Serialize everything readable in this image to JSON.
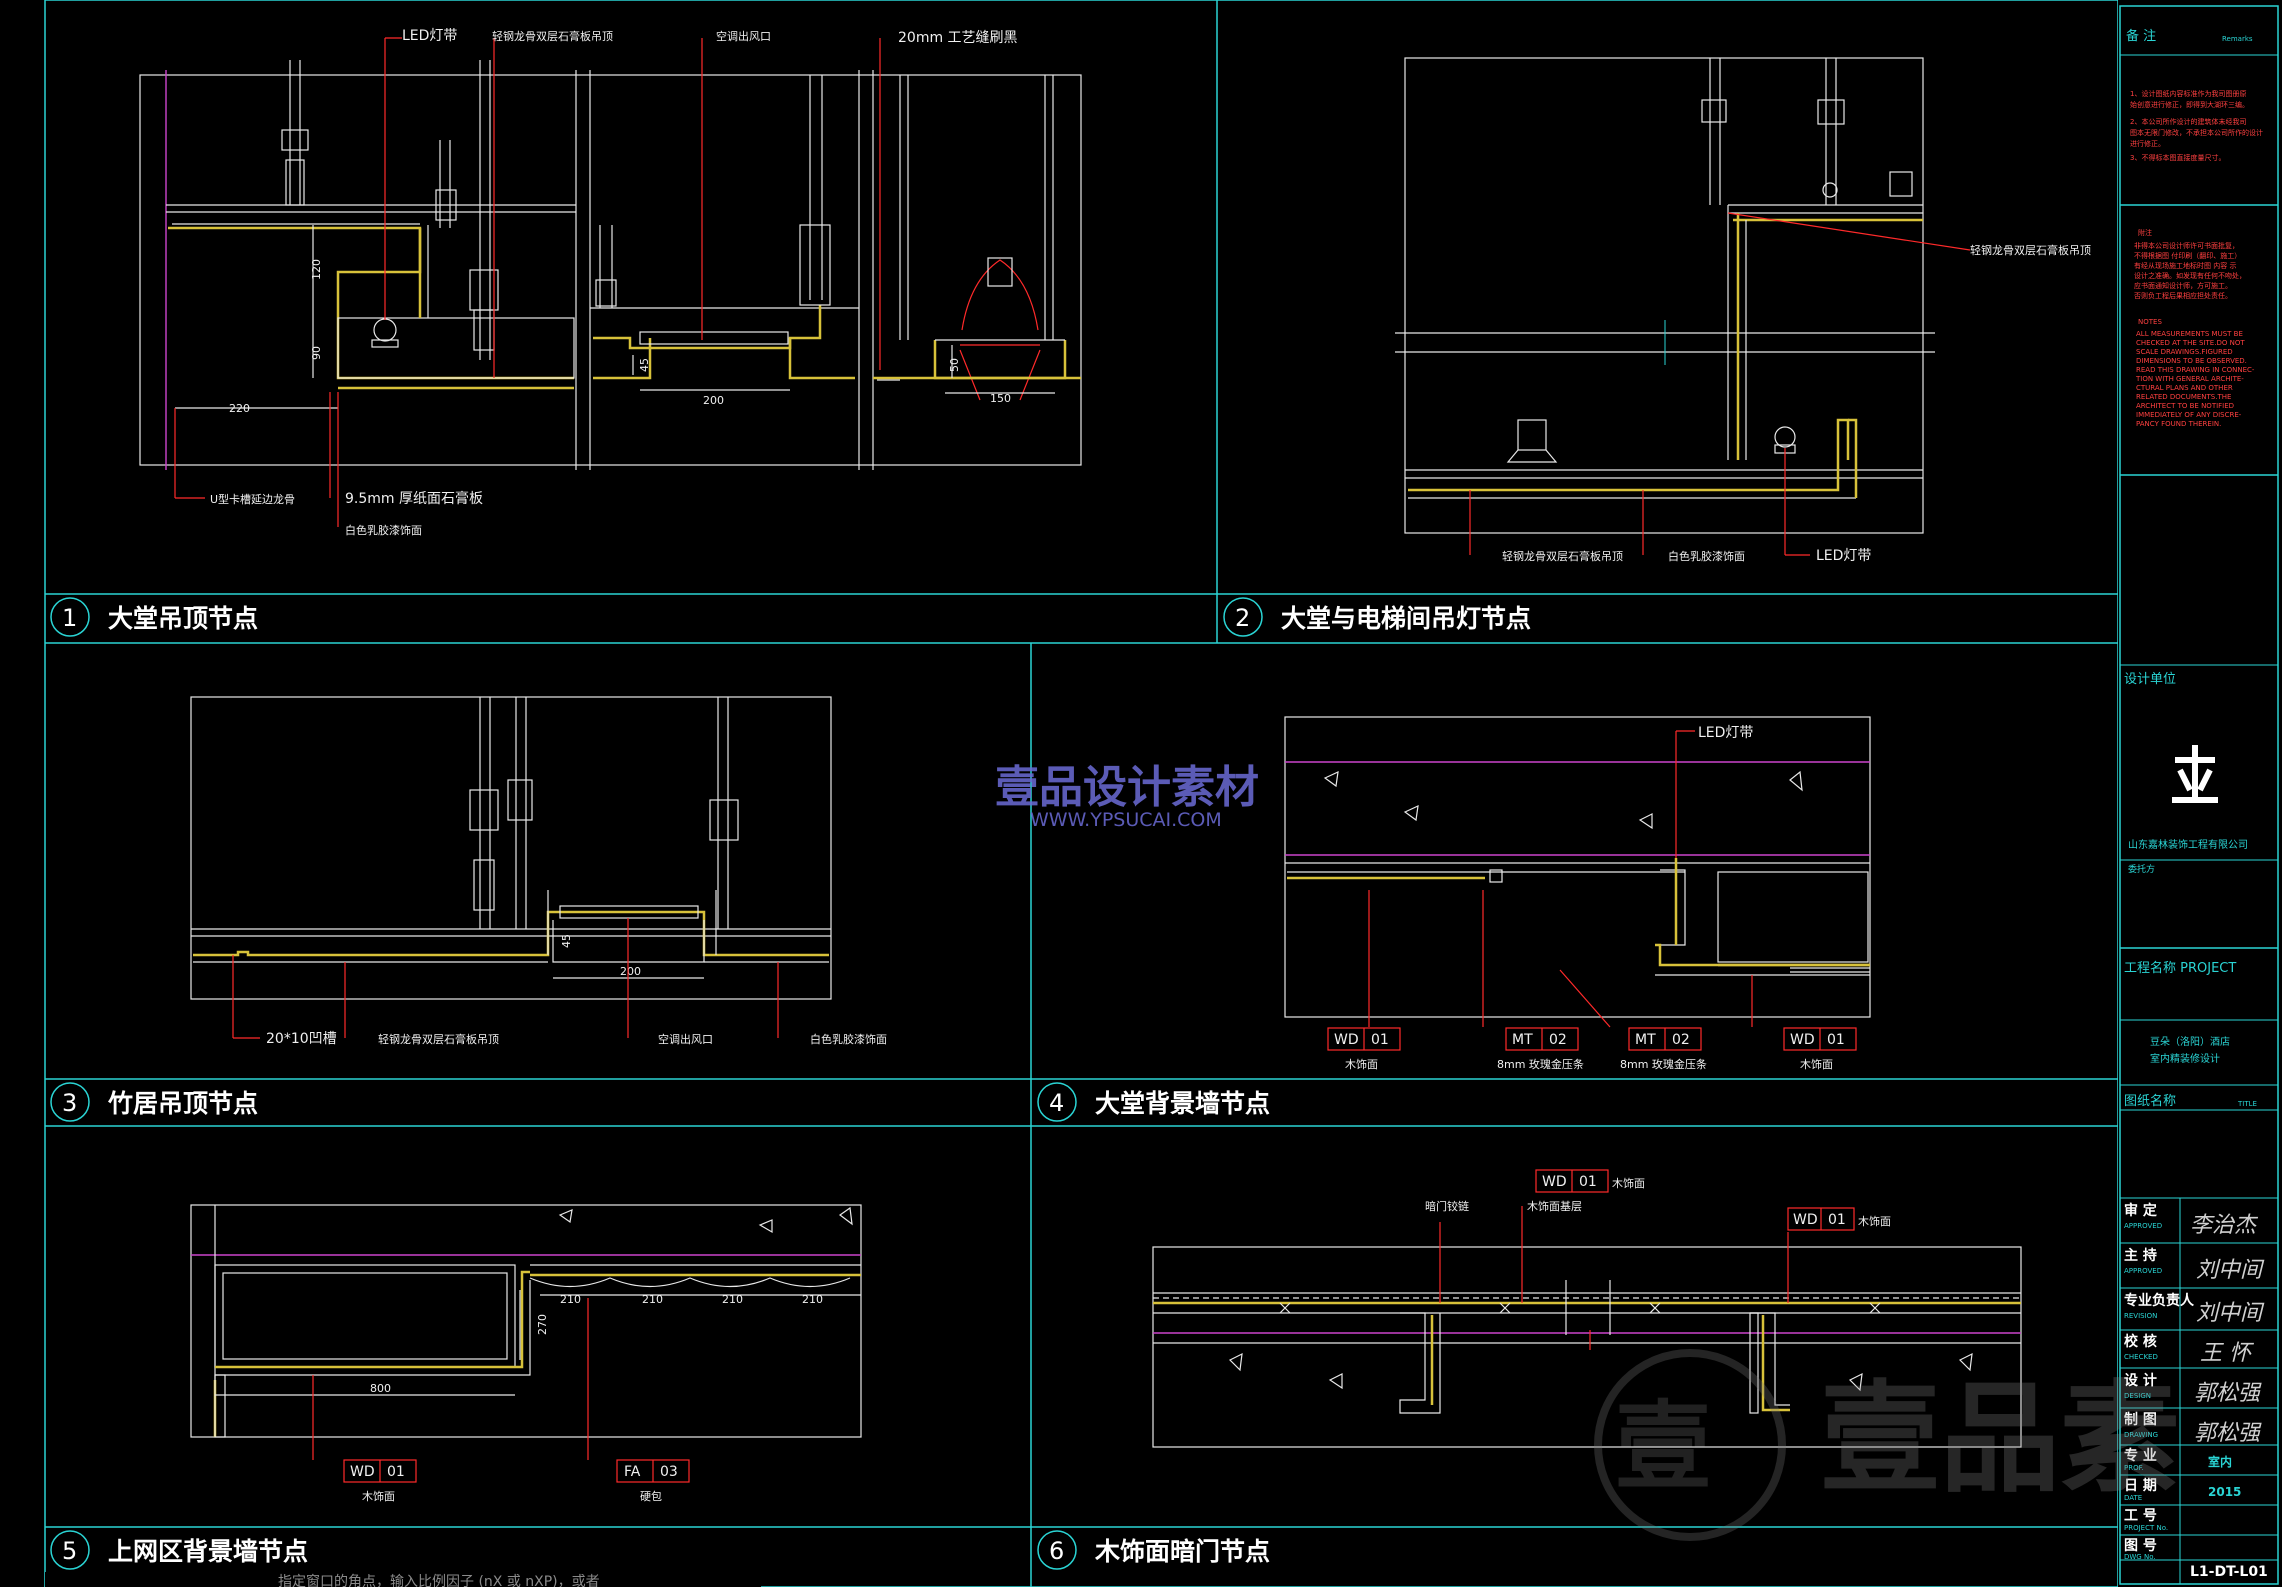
{
  "panels": [
    {
      "num": "1",
      "title": "大堂吊顶节点",
      "labels": {
        "led": "LED灯带",
        "ceiling": "轻钢龙骨双层石膏板吊顶",
        "vent": "空调出风口",
        "gap": "20mm 工艺缝刷黑",
        "channel": "U型卡槽延边龙骨",
        "board": "9.5mm 厚纸面石膏板",
        "paint": "白色乳胶漆饰面"
      },
      "dims": {
        "d120": "120",
        "d90": "90",
        "d220": "220",
        "d45": "45",
        "d200": "200",
        "d50": "50",
        "d150": "150"
      }
    },
    {
      "num": "2",
      "title": "大堂与电梯间吊灯节点",
      "labels": {
        "ceiling_top": "轻钢龙骨双层石膏板吊顶",
        "ceiling": "轻钢龙骨双层石膏板吊顶",
        "paint": "白色乳胶漆饰面",
        "led": "LED灯带"
      }
    },
    {
      "num": "3",
      "title": "竹居吊顶节点",
      "labels": {
        "groove": "20*10凹槽",
        "ceiling": "轻钢龙骨双层石膏板吊顶",
        "vent": "空调出风口",
        "paint": "白色乳胶漆饰面"
      },
      "dims": {
        "d45": "45",
        "d200": "200"
      }
    },
    {
      "num": "4",
      "title": "大堂背景墙节点",
      "labels": {
        "led": "LED灯带"
      },
      "tags": [
        {
          "code": "WD",
          "num": "01",
          "desc": "木饰面"
        },
        {
          "code": "MT",
          "num": "02",
          "desc": "8mm 玫瑰金压条"
        },
        {
          "code": "MT",
          "num": "02",
          "desc": "8mm 玫瑰金压条"
        },
        {
          "code": "WD",
          "num": "01",
          "desc": "木饰面"
        }
      ]
    },
    {
      "num": "5",
      "title": "上网区背景墙节点",
      "dims": {
        "d210a": "210",
        "d210b": "210",
        "d210c": "210",
        "d210d": "210",
        "d270": "270",
        "d800": "800"
      },
      "tags": [
        {
          "code": "WD",
          "num": "01",
          "desc": "木饰面"
        },
        {
          "code": "FA",
          "num": "03",
          "desc": "硬包"
        }
      ]
    },
    {
      "num": "6",
      "title": "木饰面暗门节点",
      "labels": {
        "hinge": "暗门铰链",
        "base": "木饰面基层"
      },
      "tags": [
        {
          "code": "WD",
          "num": "01",
          "desc": "木饰面"
        },
        {
          "code": "WD",
          "num": "01",
          "desc": "木饰面"
        }
      ]
    }
  ],
  "footer_note": "指定窗口的角点，输入比例因子 (nX 或 nXP)，或者",
  "title_block": {
    "remarks_cn": "备 注",
    "remarks_en": "Remarks",
    "remarks_lines": [
      "1、设计图纸内容标准作为我司图册原",
      "始创意进行修正，即得到大湖环三编。",
      "2、本公司所作设计的建筑体未经我司",
      "图本无限门修改，不承担本公司所作的设计",
      "进行修正。",
      "3、不得标本图直接度量尺寸。"
    ],
    "note_cn_title": "附注",
    "note_cn_lines": [
      "非得本公司设计师许可书面批复，",
      "不得根据图 付印刷（翻印、施工）",
      "有经从现场施工地标时图 内容 示",
      "设计之准确。如发现有任何不吻处，",
      "应书面通知设计师，方可施工。",
      "否则负工程后果相应担处责任。"
    ],
    "notes_title": "NOTES",
    "notes_lines": [
      "ALL MEASUREMENTS MUST BE",
      "CHECKED AT THE SITE.DO NOT",
      "SCALE DRAWINGS.FIGURED",
      "DIMENSIONS TO BE OBSERVED.",
      "READ THIS DRAWING IN CONNEC-",
      "TION WITH GENERAL ARCHITE-",
      "CTURAL PLANS AND OTHER",
      "RELATED DOCUMENTS.THE",
      "ARCHITECT TO BE NOTIFIED",
      "IMMEDIATELY OF ANY DISCRE-",
      "PANCY FOUND THEREIN."
    ],
    "design_unit": "设计单位",
    "company": "山东嘉林装饰工程有限公司",
    "client_label": "委托方",
    "project_label": "工程名称 PROJECT",
    "project_name_1": "豆朵（洛阳）酒店",
    "project_name_2": "室内精装修设计",
    "title_label": "图纸名称",
    "title_label_en": "TITLE",
    "rows": [
      {
        "cn": "审 定",
        "en": "APPROVED",
        "sig": "李治杰"
      },
      {
        "cn": "主 持",
        "en": "APPROVED",
        "sig": "刘中间"
      },
      {
        "cn": "专业负责人",
        "en": "REVISION",
        "sig": "刘中间"
      },
      {
        "cn": "校 核",
        "en": "CHECKED",
        "sig": "王 怀"
      },
      {
        "cn": "设 计",
        "en": "DESIGN",
        "sig": "郭松强"
      },
      {
        "cn": "制 图",
        "en": "DRAWING",
        "sig": "郭松强"
      }
    ],
    "major_label": "专 业",
    "major_en": "PROF.",
    "major": "室内",
    "date_label": "日 期",
    "date_en": "DATE",
    "date": "2015",
    "project_no_label": "工 号",
    "project_no_en": "PROJECT No.",
    "dwg_no_label": "图 号",
    "dwg_no_en": "DWG No.",
    "dwg_no": "L1-DT-L01"
  },
  "watermark": {
    "cn": "壹品设计素材",
    "url": "WWW.YPSUCAI.COM",
    "big": "壹品素"
  }
}
